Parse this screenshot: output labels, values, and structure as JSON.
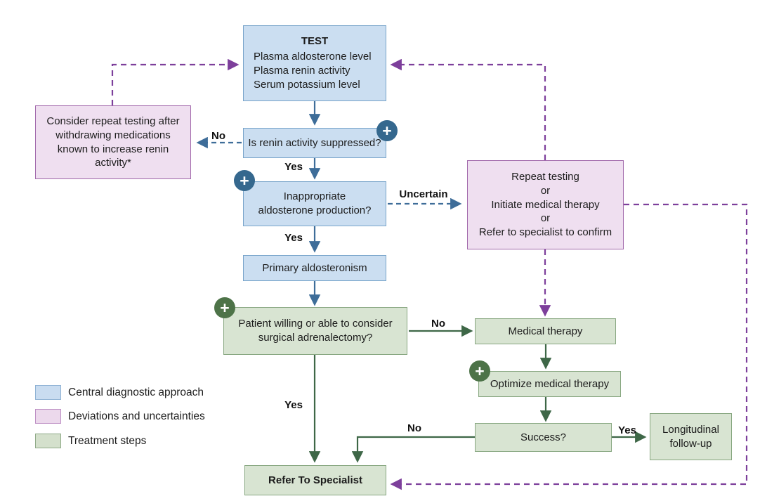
{
  "title": "Primary aldosteronism diagnosis and treatment flowchart",
  "palette": {
    "diagnostic_fill": "#cbdef1",
    "diagnostic_border": "#78a4ca",
    "deviation_fill": "#efdff0",
    "deviation_border": "#a168ab",
    "treatment_fill": "#d8e4d2",
    "treatment_border": "#88a781",
    "blue_line": "#3e6d99",
    "green_line": "#3e6747",
    "purple_line": "#7d3f9b",
    "plus_blue": "#35688e",
    "plus_green": "#4d7348"
  },
  "boxes": {
    "test": {
      "title": "TEST",
      "lines": [
        "Plasma aldosterone level",
        "Plasma renin activity",
        "Serum potassium level"
      ]
    },
    "renin_suppressed": {
      "text": "Is renin activity suppressed?"
    },
    "consider_repeat": {
      "lines": [
        "Consider repeat testing after",
        "withdrawing medications",
        "known to increase renin",
        "activity*"
      ]
    },
    "inappropriate": {
      "line1": "Inappropriate",
      "line2": "aldosterone production?"
    },
    "repeat_testing": {
      "lines": [
        "Repeat testing",
        "or",
        "Initiate medical therapy",
        "or",
        "Refer to specialist to confirm"
      ]
    },
    "primary": {
      "text": "Primary aldosteronism"
    },
    "patient_willing": {
      "line1": "Patient willing or able to consider",
      "line2": "surgical adrenalectomy?"
    },
    "medical_therapy": {
      "text": "Medical therapy"
    },
    "optimize": {
      "text": "Optimize medical therapy"
    },
    "success": {
      "text": "Success?"
    },
    "longitudinal": {
      "line1": "Longitudinal",
      "line2": "follow-up"
    },
    "refer": {
      "text": "Refer To Specialist"
    }
  },
  "edge_labels": {
    "renin_no": "No",
    "renin_yes": "Yes",
    "uncertain": "Uncertain",
    "inappropriate_yes": "Yes",
    "patient_no": "No",
    "patient_yes": "Yes",
    "success_no": "No",
    "success_yes": "Yes"
  },
  "legend": {
    "items": [
      {
        "label": "Central diagnostic approach",
        "color": "#c9dcf0"
      },
      {
        "label": "Deviations and uncertainties",
        "color": "#ecd9ec"
      },
      {
        "label": "Treatment steps",
        "color": "#d4e0cc"
      }
    ]
  },
  "icons": {
    "plus": "+"
  }
}
